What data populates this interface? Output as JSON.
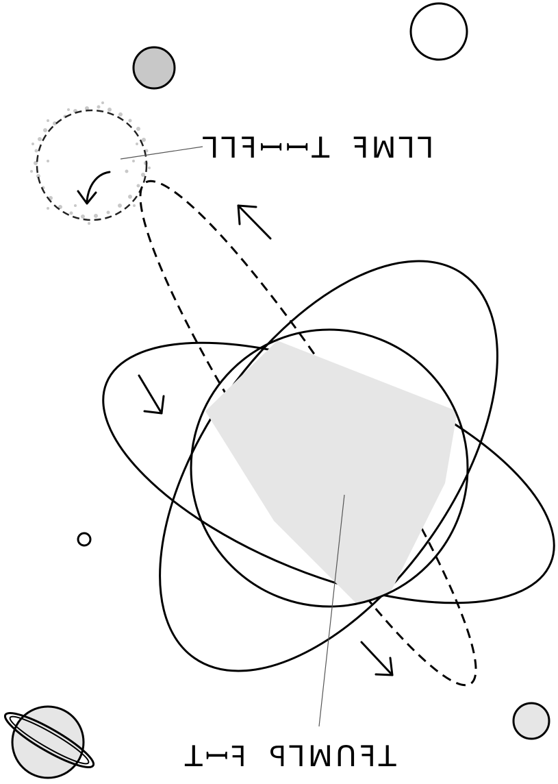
{
  "diagram": {
    "label_top": "ꓶ⅂ꟻꟷꟷꓕ ꟻꟽꓶꓶ",
    "label_bottom": "ꓕꟷꟻ ꟼꓶꟽꓵꟻꓕ",
    "colors": {
      "planet_fill": "#e6e6e6",
      "moon_fill": "#c8c8c8",
      "dust": "#c8c8c8",
      "stroke": "#000000"
    },
    "icons": [
      "planet-circle",
      "orbit-ellipse",
      "ringed-planet-icon",
      "direction-arrow"
    ]
  }
}
